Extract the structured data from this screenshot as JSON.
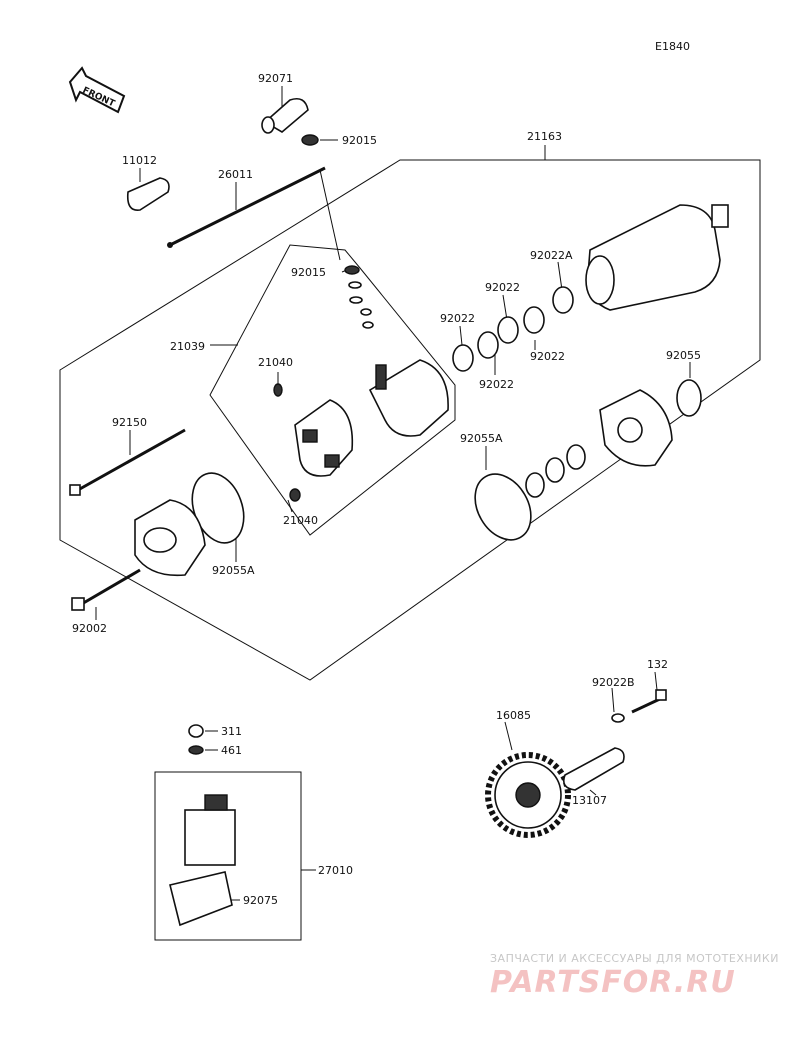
{
  "diagram": {
    "code": "E1840",
    "front_label": "FRONT",
    "parts": {
      "p92071": "92071",
      "p92015_top": "92015",
      "p21163": "21163",
      "p11012": "11012",
      "p26011": "26011",
      "p92015_mid": "92015",
      "p92022A": "92022A",
      "p92022_a": "92022",
      "p92022_b": "92022",
      "p92022_c": "92022",
      "p92022_d": "92022",
      "p21039": "21039",
      "p21040_top": "21040",
      "p92055": "92055",
      "p92150": "92150",
      "p92055A_right": "92055A",
      "p21040_bot": "21040",
      "p92055A_left": "92055A",
      "p92002": "92002",
      "p132": "132",
      "p92022B": "92022B",
      "p16085": "16085",
      "p311": "311",
      "p461": "461",
      "p13107": "13107",
      "p27010": "27010",
      "p92075": "92075"
    }
  },
  "watermark": {
    "tagline": "ЗАПЧАСТИ И АКСЕССУАРЫ ДЛЯ МОТОТЕХНИКИ",
    "brand": "PARTSFOR.RU"
  }
}
